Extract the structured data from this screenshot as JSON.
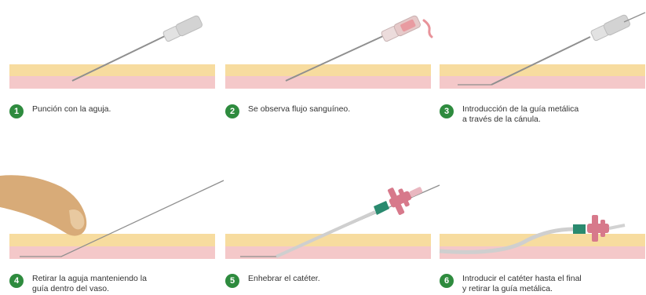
{
  "steps": [
    {
      "number": "1",
      "lines": [
        "Punción con la aguja."
      ]
    },
    {
      "number": "2",
      "lines": [
        "Se observa flujo sanguíneo."
      ]
    },
    {
      "number": "3",
      "lines": [
        "Introducción de la guía metálica",
        "a través de la cánula."
      ]
    },
    {
      "number": "4",
      "lines": [
        "Retirar la aguja manteniendo la",
        "guía dentro del vaso."
      ]
    },
    {
      "number": "5",
      "lines": [
        "Enhebrar el catéter."
      ]
    },
    {
      "number": "6",
      "lines": [
        "Introducir el catéter hasta el final",
        "y retirar la guía metálica."
      ]
    }
  ],
  "colors": {
    "skin": "#f7dc9f",
    "tissue": "#f4c8c9",
    "badge": "#2e8b3e",
    "needle": "#8f8f8f",
    "hub": "#d8d8d8",
    "blood": "#e8939a",
    "catheter_hub": "#d7798b",
    "catheter_tip": "#2a8a6f",
    "finger": "#d8ab78"
  }
}
